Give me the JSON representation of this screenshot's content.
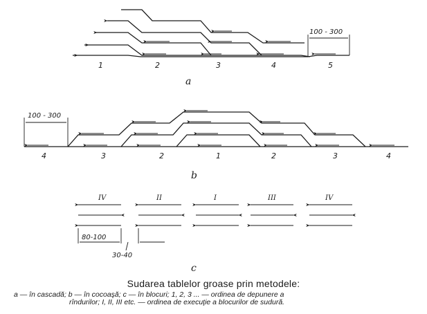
{
  "diagram_a": {
    "sublabel": "a",
    "pass_numbers": [
      "1",
      "2",
      "3",
      "4",
      "5"
    ],
    "dimension": "100 - 300"
  },
  "diagram_b": {
    "sublabel": "b",
    "pass_numbers": [
      "4",
      "3",
      "2",
      "1",
      "2",
      "3",
      "4"
    ],
    "dimension": "100 - 300"
  },
  "diagram_c": {
    "sublabel": "c",
    "block_labels": [
      "IV",
      "II",
      "I",
      "III",
      "IV"
    ],
    "dimension_block": "80-100",
    "dimension_gap": "30-40"
  },
  "caption": {
    "title": "Sudarea tablelor groase prin metodele:",
    "legend_line1": "a — în cascadă; b — în cocoaşă; c — în blocuri; 1, 2, 3 ... — ordinea de depunere a",
    "legend_line2": "rîndurilor; I, II, III etc. — ordinea de execuţie a blocurilor de sudură."
  }
}
